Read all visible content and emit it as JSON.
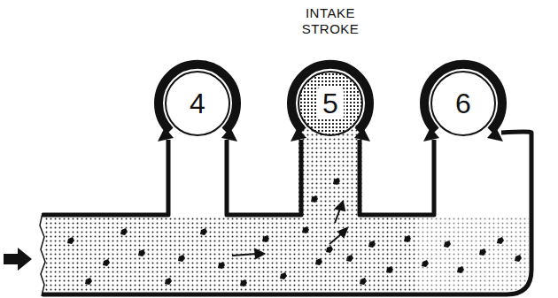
{
  "diagram": {
    "title": "INTAKE STROKE",
    "nodes": [
      {
        "text": [
          "4"
        ]
      },
      {
        "text": [
          "5"
        ]
      },
      {
        "text": [
          "6"
        ]
      }
    ]
  }
}
